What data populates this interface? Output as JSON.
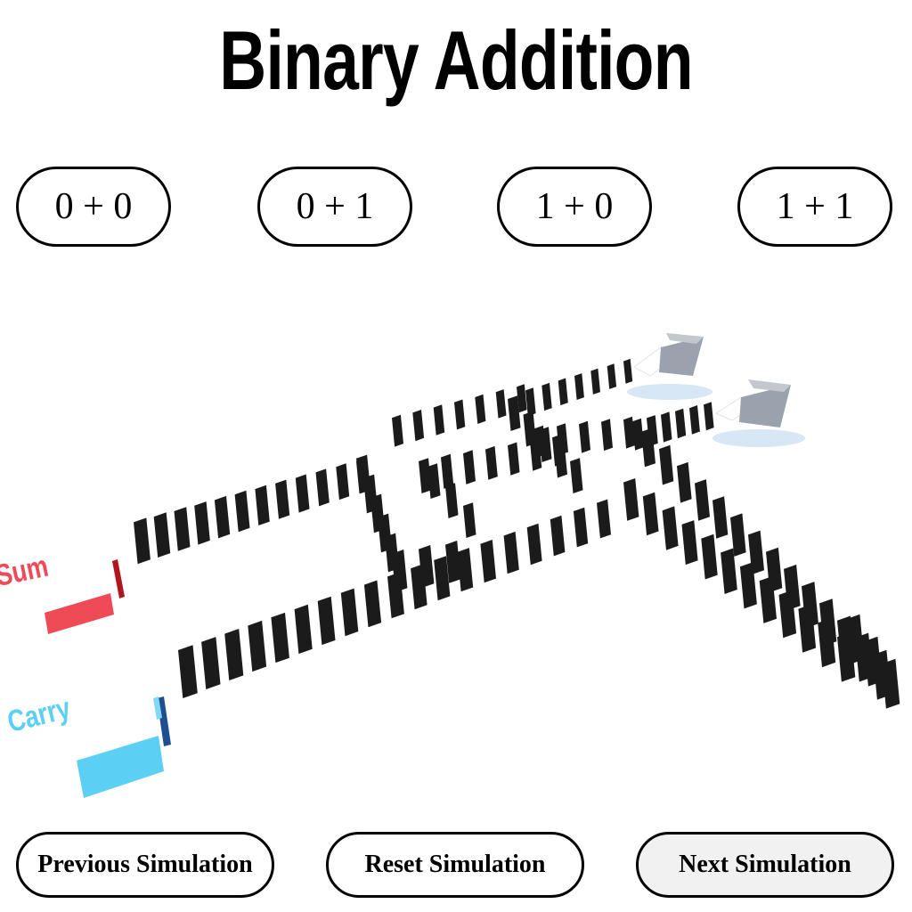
{
  "header": {
    "title": "Binary Addition"
  },
  "operations": [
    {
      "label": "0 + 0"
    },
    {
      "label": "0 + 1"
    },
    {
      "label": "1 + 0"
    },
    {
      "label": "1 + 1"
    }
  ],
  "scene": {
    "sum_label": "Sum",
    "carry_label": "Carry",
    "colors": {
      "sum": "#ef4b56",
      "carry": "#5ccff5",
      "domino": "#1b1b1b",
      "pusher": "#9aa3ad"
    }
  },
  "controls": {
    "previous": "Previous Simulation",
    "reset": "Reset Simulation",
    "next": "Next Simulation"
  }
}
